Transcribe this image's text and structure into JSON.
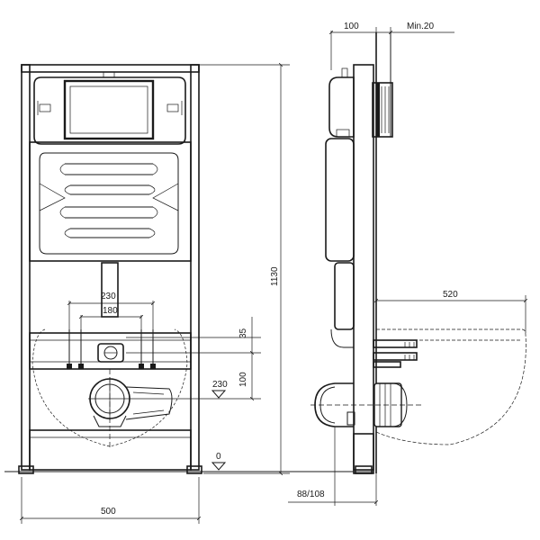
{
  "dimensions": {
    "frame_width": "500",
    "frame_height": "1130",
    "bracket_spacing": "230",
    "inlet_spacing": "180",
    "offset_35": "35",
    "offset_100": "100",
    "outlet_230": "230",
    "floor_level": "0",
    "depth_100": "100",
    "min_gap": "Min.20",
    "bowl_projection": "520",
    "outlet_depth": "88/108"
  }
}
